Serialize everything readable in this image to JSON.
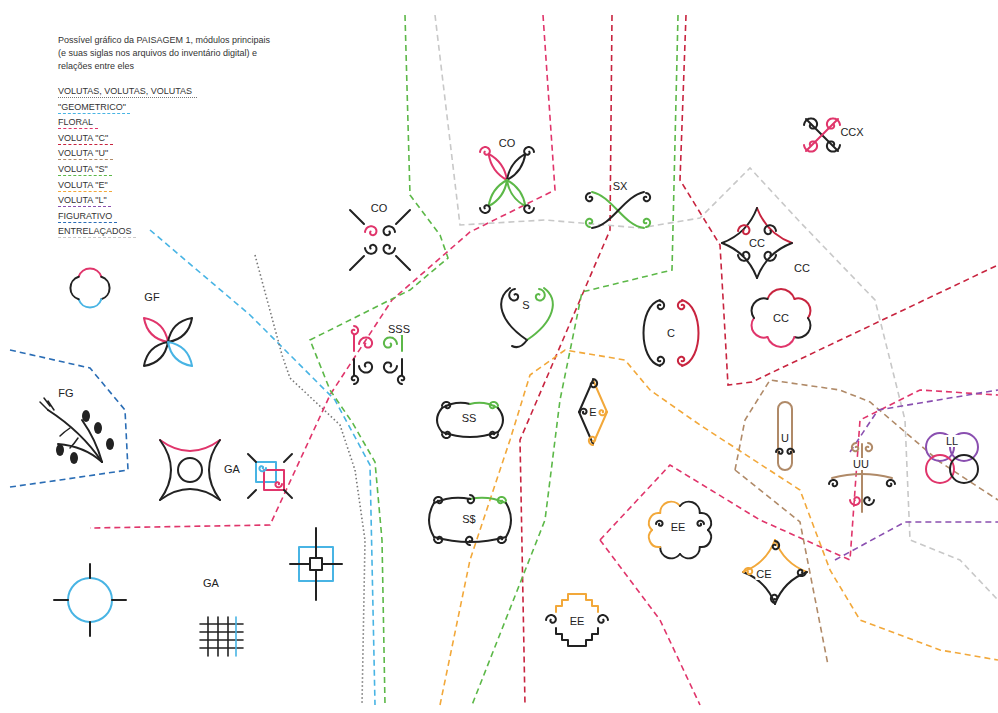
{
  "diagram": {
    "title": "Possível gráfico da PAISAGEM 1, módulos principais (e suas siglas nos arquivos do inventário digital) e relações entre eles",
    "labels": [
      "CCX",
      "CO",
      "SX",
      "CO",
      "CC",
      "CC",
      "GF",
      "SSS",
      "S",
      "CC",
      "C",
      "FG",
      "E",
      "SS",
      "U",
      "UU",
      "LL",
      "GA",
      "S$",
      "EE",
      "CE",
      "GA",
      "EE"
    ],
    "legend": [
      {
        "text": "VOLUTAS, VOLUTAS, VOLUTAS",
        "color": "#777777"
      },
      {
        "text": "\"GEOMETRICO\"",
        "color": "#48b4e4"
      },
      {
        "text": "FLORAL",
        "color": "#e0356b"
      },
      {
        "text": "VOLUTA \"C\"",
        "color": "#c8243f"
      },
      {
        "text": "VOLUTA \"U\"",
        "color": "#b08a68"
      },
      {
        "text": "VOLUTA \"S\"",
        "color": "#5cb848"
      },
      {
        "text": "VOLUTA \"E\"",
        "color": "#f2a83a"
      },
      {
        "text": "VOLUTA \"L\"",
        "color": "#8a4fb0"
      },
      {
        "text": "FIGURATIVO",
        "color": "#2a6db5"
      },
      {
        "text": "ENTRELAÇADOS",
        "color": "#c8c8c8"
      }
    ]
  }
}
